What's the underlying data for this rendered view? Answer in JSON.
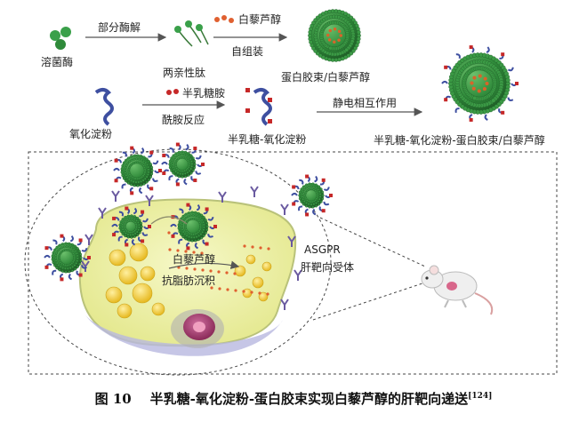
{
  "labels": {
    "lysozyme": "溶菌酶",
    "partial_hydrolysis": "部分酶解",
    "amphiphilic_peptide": "两亲性肽",
    "resveratrol": "白藜芦醇",
    "self_assembly": "自组装",
    "micelle": "蛋白胶束/白藜芦醇",
    "oxidized_starch": "氧化淀粉",
    "galactosamine": "半乳糖胺",
    "amidation": "酰胺反应",
    "gal_starch": "半乳糖-氧化淀粉",
    "electrostatic": "静电相互作用",
    "final_complex": "半乳糖-氧化淀粉-蛋白胶束/白藜芦醇",
    "cell_resveratrol": "白藜芦醇",
    "anti_fat": "抗脂肪沉积",
    "asgpr": "ASGPR",
    "liver_receptor": "肝靶向受体"
  },
  "caption": {
    "figure_no": "图 10",
    "text": "半乳糖-氧化淀粉-蛋白胶束实现白藜芦醇的肝靶向递送",
    "ref": "[124]"
  },
  "colors": {
    "micelle_green": "#2f8a3a",
    "micelle_core": "#d8642a",
    "cell_yellow": "#eef0a8",
    "lipid_yellow": "#f1c93a",
    "nucleus": "#a23a6a",
    "starch_blue": "#3e4fa0",
    "galactose_red": "#c62828"
  },
  "icons": [
    "arrow-icon",
    "mouse-icon",
    "micelle-icon",
    "cell-icon"
  ]
}
